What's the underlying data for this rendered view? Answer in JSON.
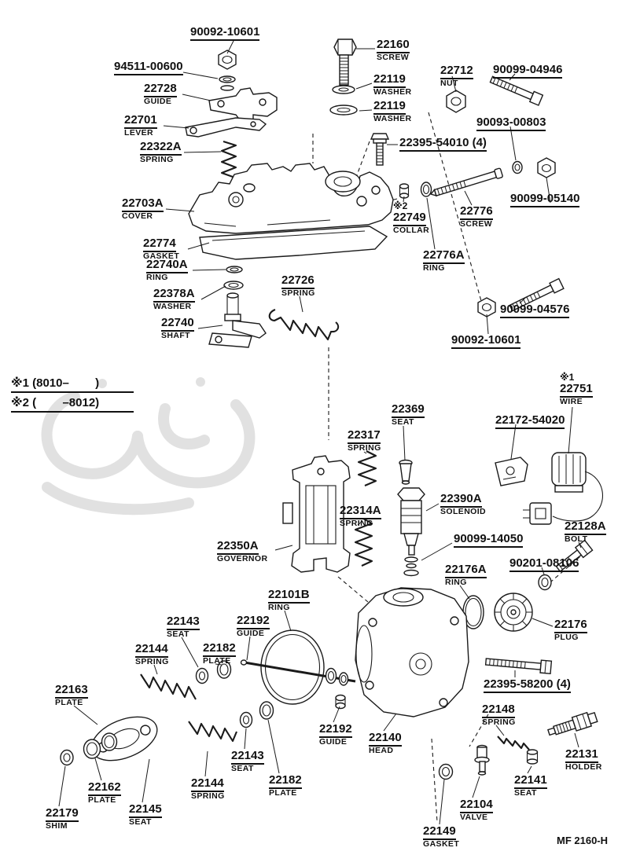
{
  "figure": {
    "code": "MF 2160-H"
  },
  "legend": {
    "items": [
      {
        "sym": "※1",
        "text": "(8010–        )"
      },
      {
        "sym": "※2",
        "text": "(        –8012)"
      }
    ]
  },
  "labels": [
    {
      "num": "90092-10601",
      "name": ""
    },
    {
      "num": "94511-00600",
      "name": ""
    },
    {
      "num": "22728",
      "name": "GUIDE"
    },
    {
      "num": "22701",
      "name": "LEVER"
    },
    {
      "num": "22322A",
      "name": "SPRING"
    },
    {
      "num": "22160",
      "name": "SCREW"
    },
    {
      "num": "22119",
      "name": "WASHER"
    },
    {
      "num": "22712",
      "name": "NUT"
    },
    {
      "num": "90099-04946",
      "name": ""
    },
    {
      "num": "22119",
      "name": "WASHER"
    },
    {
      "num": "90093-00803",
      "name": ""
    },
    {
      "num": "22395-54010 (4)",
      "name": ""
    },
    {
      "num": "22703A",
      "name": "COVER"
    },
    {
      "num": "22749",
      "name": "COLLAR",
      "sym": "※2"
    },
    {
      "num": "22776",
      "name": "SCREW"
    },
    {
      "num": "90099-05140",
      "name": ""
    },
    {
      "num": "22774",
      "name": "GASKET"
    },
    {
      "num": "22740A",
      "name": "RING"
    },
    {
      "num": "22776A",
      "name": "RING"
    },
    {
      "num": "22378A",
      "name": "WASHER"
    },
    {
      "num": "22726",
      "name": "SPRING"
    },
    {
      "num": "22740",
      "name": "SHAFT"
    },
    {
      "num": "90099-04576",
      "name": ""
    },
    {
      "num": "90092-10601",
      "name": ""
    },
    {
      "num": "22751",
      "name": "WIRE",
      "sym": "※1"
    },
    {
      "num": "22369",
      "name": "SEAT"
    },
    {
      "num": "22317",
      "name": "SPRING"
    },
    {
      "num": "22172-54020",
      "name": ""
    },
    {
      "num": "22390A",
      "name": "SOLENOID"
    },
    {
      "num": "22314A",
      "name": "SPRING"
    },
    {
      "num": "22350A",
      "name": "GOVERNOR"
    },
    {
      "num": "90099-14050",
      "name": ""
    },
    {
      "num": "22128A",
      "name": "BOLT"
    },
    {
      "num": "22176A",
      "name": "RING"
    },
    {
      "num": "90201-08106",
      "name": ""
    },
    {
      "num": "22101B",
      "name": "RING"
    },
    {
      "num": "22176",
      "name": "PLUG"
    },
    {
      "num": "22143",
      "name": "SEAT"
    },
    {
      "num": "22192",
      "name": "GUIDE"
    },
    {
      "num": "22144",
      "name": "SPRING"
    },
    {
      "num": "22182",
      "name": "PLATE"
    },
    {
      "num": "22163",
      "name": "PLATE"
    },
    {
      "num": "22395-58200 (4)",
      "name": ""
    },
    {
      "num": "22148",
      "name": "SPRING"
    },
    {
      "num": "22192",
      "name": "GUIDE"
    },
    {
      "num": "22140",
      "name": "HEAD"
    },
    {
      "num": "22131",
      "name": "HOLDER"
    },
    {
      "num": "22143",
      "name": "SEAT"
    },
    {
      "num": "22162",
      "name": "PLATE"
    },
    {
      "num": "22144",
      "name": "SPRING"
    },
    {
      "num": "22182",
      "name": "PLATE"
    },
    {
      "num": "22141",
      "name": "SEAT"
    },
    {
      "num": "22179",
      "name": "SHIM"
    },
    {
      "num": "22145",
      "name": "SEAT"
    },
    {
      "num": "22104",
      "name": "VALVE"
    },
    {
      "num": "22149",
      "name": "GASKET"
    }
  ]
}
